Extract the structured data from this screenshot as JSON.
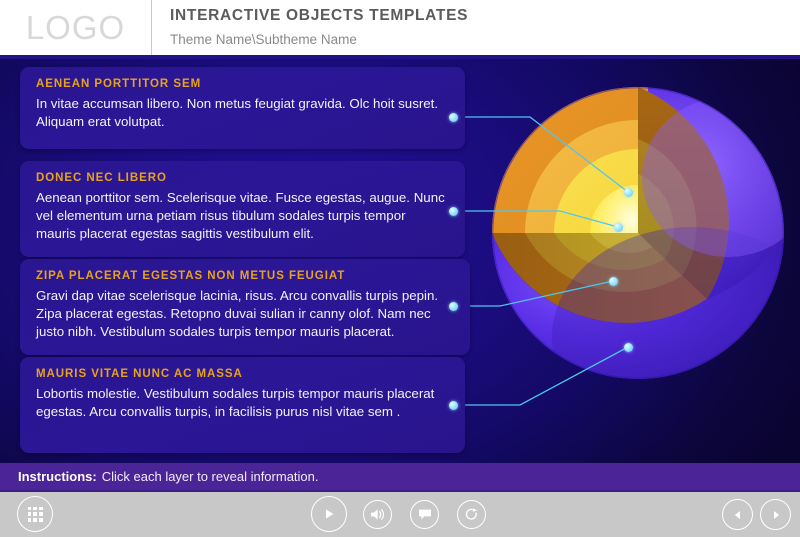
{
  "header": {
    "logo": "LOGO",
    "title": "INTERACTIVE OBJECTS TEMPLATES",
    "subtitle": "Theme Name\\Subtheme Name"
  },
  "panels": [
    {
      "title": "AENEAN PORTTITOR SEM",
      "body": "In vitae accumsan libero. Non metus feugiat gravida. Olc hoit susret. Aliquam erat volutpat."
    },
    {
      "title": "DONEC NEC LIBERO",
      "body": "Aenean porttitor sem. Scelerisque vitae. Fusce egestas, augue. Nunc vel elementum urna petiam risus tibulum sodales turpis tempor mauris placerat egestas sagittis vestibulum elit."
    },
    {
      "title": "ZIPA PLACERAT EGESTAS NON METUS FEUGIAT",
      "body": "Gravi dap vitae scelerisque lacinia, risus. Arcu convallis turpis pepin. Zipa placerat egestas. Retopno duvai sulian ir canny olof. Nam nec justo nibh. Vestibulum sodales turpis tempor mauris placerat."
    },
    {
      "title": "MAURIS VITAE NUNC AC MASSA",
      "body": "Lobortis molestie. Vestibulum sodales turpis tempor mauris placerat egestas. Arcu convallis turpis, in facilisis purus nisl vitae sem ."
    }
  ],
  "instructions": {
    "label": "Instructions:",
    "text": "Click each layer to reveal information."
  },
  "toolbar": {
    "menu_icon": "grid-menu-icon",
    "play_icon": "play-icon",
    "volume_icon": "volume-icon",
    "caption_icon": "caption-icon",
    "replay_icon": "replay-icon",
    "prev_icon": "previous-icon",
    "next_icon": "next-icon"
  },
  "colors": {
    "accent_heading": "#e8a21c",
    "panel_fill": "#2b1796",
    "instructions_bar": "#4b2598",
    "header_rule": "#241287",
    "dot": "#9fe6fb",
    "toolbar_bg": "#c8c8c8"
  },
  "diagram": {
    "name": "layered-cutaway-sphere",
    "layers": [
      {
        "name": "outer-shell",
        "color": "#5b2fe0"
      },
      {
        "name": "second-layer",
        "color": "#e08a1e"
      },
      {
        "name": "third-layer",
        "color": "#f0b53a"
      },
      {
        "name": "fourth-layer",
        "color": "#f7d63c"
      },
      {
        "name": "core",
        "color": "#fff27a"
      }
    ]
  }
}
